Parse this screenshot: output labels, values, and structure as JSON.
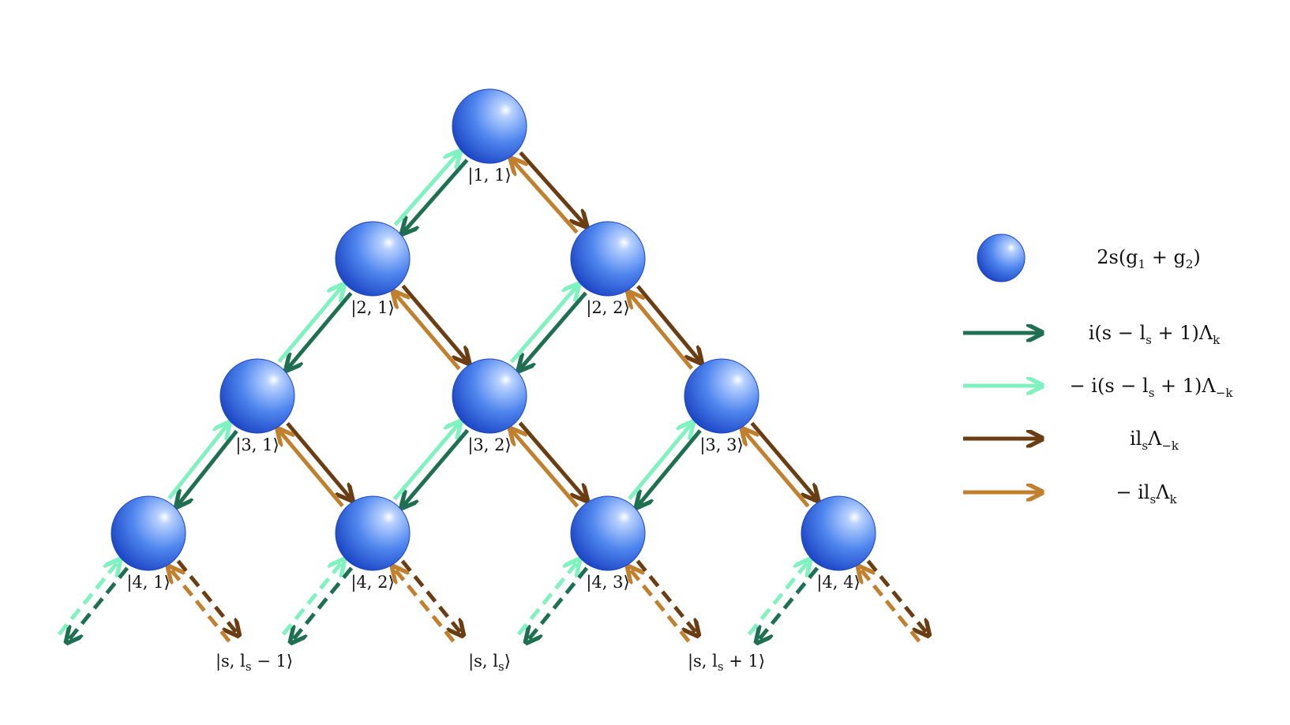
{
  "colors": {
    "dark_green": "#1f6f52",
    "light_green": "#7ff2bf",
    "dark_brown": "#6b3d12",
    "light_brown": "#c0802e",
    "sphere_light": "#a9c8ff",
    "sphere_mid": "#4f86ee",
    "sphere_dark": "#1c45c4"
  },
  "nodes": [
    {
      "id": "n11",
      "label": "|1, 1⟩"
    },
    {
      "id": "n21",
      "label": "|2, 1⟩"
    },
    {
      "id": "n22",
      "label": "|2, 2⟩"
    },
    {
      "id": "n31",
      "label": "|3, 1⟩"
    },
    {
      "id": "n32",
      "label": "|3, 2⟩"
    },
    {
      "id": "n33",
      "label": "|3, 3⟩"
    },
    {
      "id": "n41",
      "label": "|4, 1⟩"
    },
    {
      "id": "n42",
      "label": "|4, 2⟩"
    },
    {
      "id": "n43",
      "label": "|4, 3⟩"
    },
    {
      "id": "n44",
      "label": "|4, 4⟩"
    }
  ],
  "bottom_labels": {
    "lminus": {
      "pre": "|s, l",
      "sub": "s",
      "post": " − 1⟩"
    },
    "l": {
      "pre": "|s, l",
      "sub": "s",
      "post": "⟩"
    },
    "lplus": {
      "pre": "|s, l",
      "sub": "s",
      "post": " + 1⟩"
    }
  },
  "legend": {
    "sphere": {
      "t1": "2s(g",
      "s1": "1",
      "t2": " + g",
      "s2": "2",
      "t3": ")"
    },
    "dark_green": {
      "t1": "i(s − l",
      "s1": "s",
      "t2": " + 1)Λ",
      "s2": "k"
    },
    "light_green": {
      "t1": "− i(s − l",
      "s1": "s",
      "t2": " + 1)Λ",
      "s2": "−k"
    },
    "dark_brown": {
      "t1": "il",
      "s1": "s",
      "t2": "Λ",
      "s2": "−k"
    },
    "light_brown": {
      "t1": "− il",
      "s1": "s",
      "t2": "Λ",
      "s2": "k"
    }
  }
}
